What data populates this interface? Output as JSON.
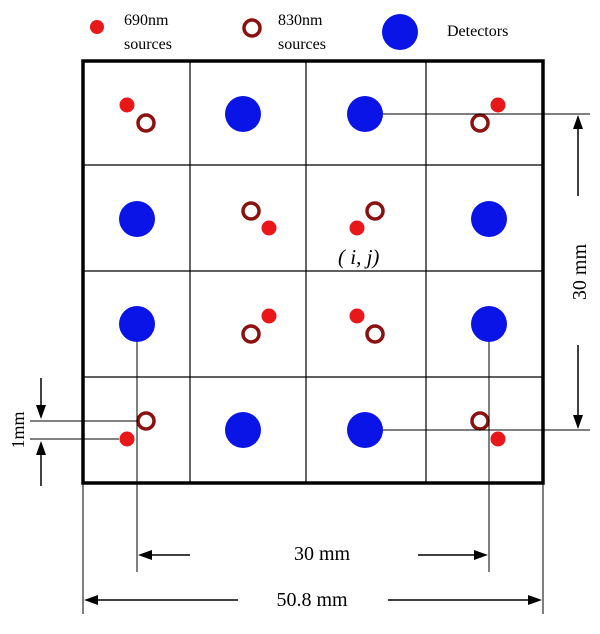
{
  "legend": {
    "source690_line1": "690nm",
    "source690_line2": "sources",
    "source830_line1": "830nm",
    "source830_line2": "sources",
    "detectors": "Detectors"
  },
  "labels": {
    "pixel_index": "( i, j)",
    "side_dimension": "30 mm",
    "inner_dimension": "30 mm",
    "outer_dimension": "50.8 mm",
    "separation": "1mm"
  },
  "colors": {
    "source690": "#e8171a",
    "source830": "#8b1010",
    "detector": "#0a14e6",
    "frame": "#000000"
  }
}
